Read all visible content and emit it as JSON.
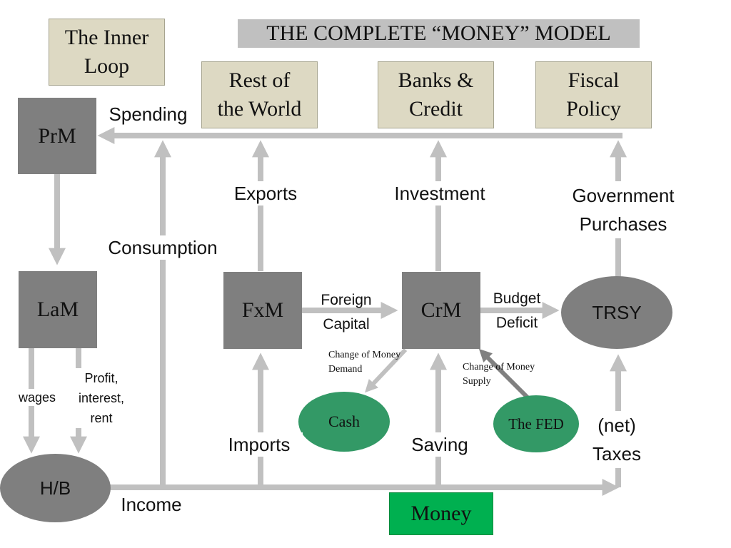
{
  "title": "THE COMPLETE “MONEY” MODEL",
  "boxes": {
    "inner_loop": "The Inner\nLoop",
    "rest_of_world": "Rest of\nthe World",
    "banks_credit": "Banks &\nCredit",
    "fiscal_policy": "Fiscal\nPolicy",
    "prm": "PrM",
    "lam": "LaM",
    "fxm": "FxM",
    "crm": "CrM",
    "money": "Money"
  },
  "ellipses": {
    "trsy": "TRSY",
    "hb": "H/B",
    "cash": "Cash",
    "fed": "The FED"
  },
  "labels": {
    "spending": "Spending",
    "exports": "Exports",
    "investment": "Investment",
    "government_purchases": "Government\nPurchases",
    "consumption": "Consumption",
    "foreign_capital": "Foreign\nCapital",
    "budget_deficit": "Budget\nDeficit",
    "wages": "wages",
    "profit": "Profit,\ninterest,\nrent",
    "change_demand": "Change of Money\nDemand",
    "change_supply": "Change of Money\nSupply",
    "imports": "Imports",
    "saving": "Saving",
    "net_taxes": "(net)\nTaxes",
    "income": "Income"
  },
  "colors": {
    "arrow": "#c0c0c0",
    "fed_arrow": "#808080",
    "money_box": "#00b050",
    "green_ellipse": "#339966",
    "gray_box": "#7f7f7f",
    "beige_box": "#ddd9c3",
    "title_bg": "#c0c0c0"
  }
}
